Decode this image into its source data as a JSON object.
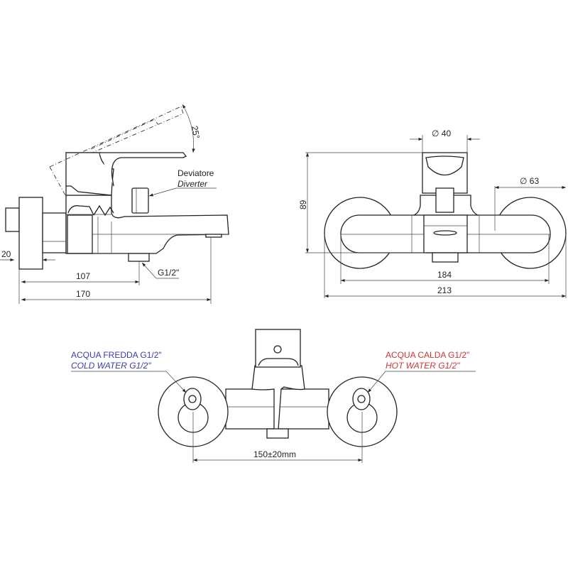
{
  "side_view": {
    "angle_label": "25°",
    "diverter_label_it": "Deviatore",
    "diverter_label_en": "Diverter",
    "outlet_label": "G1/2\"",
    "dim_wall": "20",
    "dim_outlet": "107",
    "dim_total": "170"
  },
  "front_view": {
    "dim_cap_diameter": "∅ 40",
    "dim_flange_diameter": "∅ 63",
    "dim_height": "89",
    "dim_inner_width": "184",
    "dim_total_width": "213"
  },
  "bottom_view": {
    "cold_label_it": "ACQUA FREDDA G1/2\"",
    "cold_label_en": "COLD WATER G1/2\"",
    "hot_label_it": "ACQUA CALDA G1/2\"",
    "hot_label_en": "HOT WATER G1/2\"",
    "dim_centers": "150±20mm"
  },
  "colors": {
    "cold": "#3b3bb0",
    "hot": "#d23434",
    "line": "#222222"
  }
}
